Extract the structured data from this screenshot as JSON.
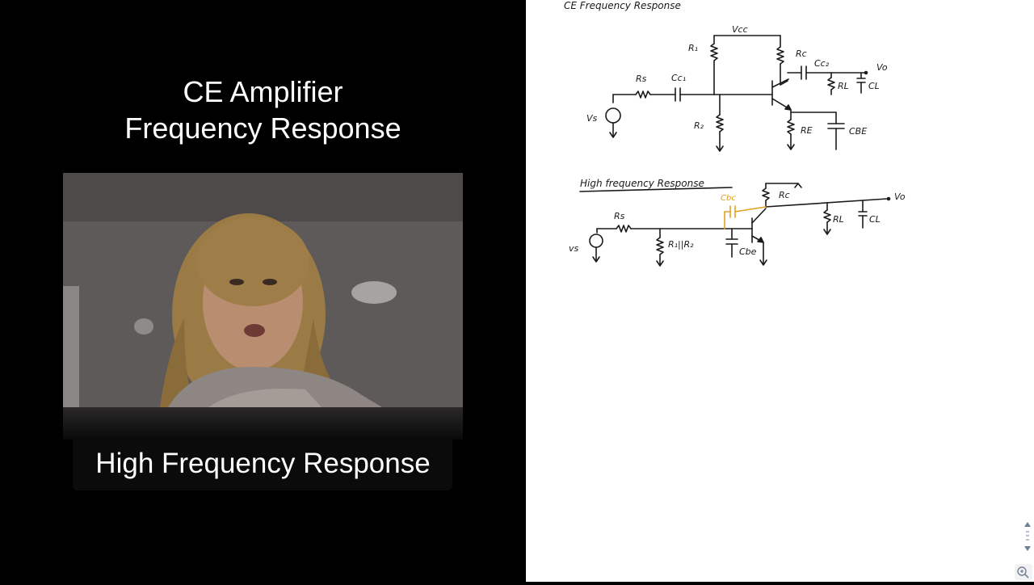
{
  "slide": {
    "title_line1": "CE Amplifier",
    "title_line2": "Frequency Response",
    "caption": "High Frequency Response"
  },
  "notes": {
    "heading1": "CE Frequency Response",
    "heading2": "High frequency Response",
    "labels": {
      "vcc": "Vcc",
      "r1": "R₁",
      "rc": "Rc",
      "cc2": "Cc₂",
      "vo": "Vo",
      "rs": "Rs",
      "cc1": "Cc₁",
      "rl": "RL",
      "cl": "CL",
      "vs": "Vs",
      "r2": "R₂",
      "re": "RE",
      "cbe_top": "CBE",
      "hf_rc": "Rc",
      "hf_cbc": "Cbc",
      "hf_vo": "Vo",
      "hf_rs": "Rs",
      "hf_rl": "RL",
      "hf_cl": "CL",
      "hf_vs": "vs",
      "hf_r1r2": "R₁||R₂",
      "hf_cbe": "Cbe"
    },
    "colors": {
      "ink": "#1a1a1a",
      "accent": "#e0a020"
    }
  },
  "controls": {
    "scroll_icon": "up-down-arrows-icon",
    "zoom_icon": "zoom-in-icon"
  }
}
